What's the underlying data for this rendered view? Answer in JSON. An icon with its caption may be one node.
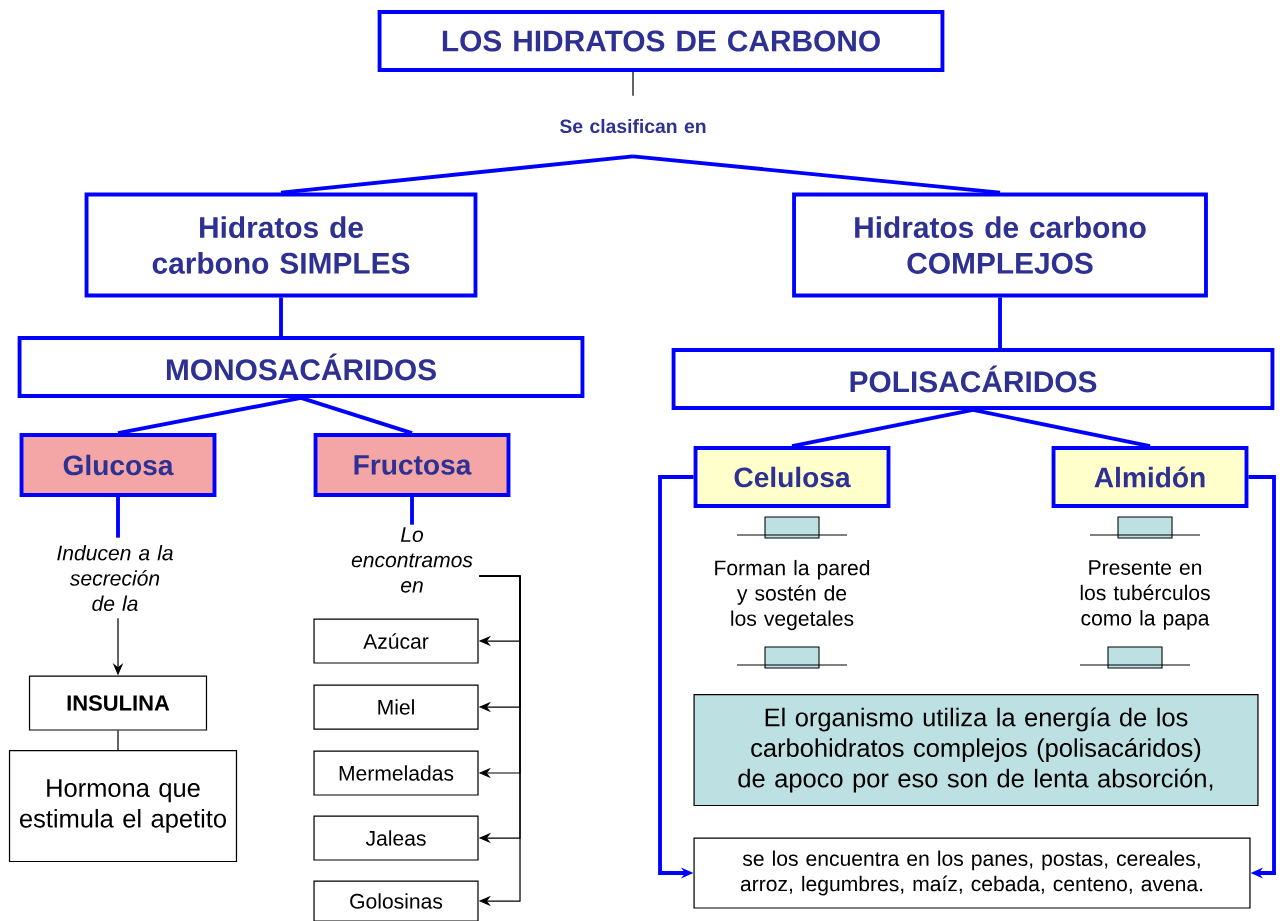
{
  "diagram": {
    "nodes": [
      {
        "text": [
          "LOS HIDRATOS DE CARBONO"
        ]
      },
      {
        "text": [
          "Se clasifican en"
        ]
      },
      {
        "text": [
          "Hidratos de carbono SIMPLES"
        ]
      },
      {
        "text": [
          "Hidratos de carbono COMPLEJOS"
        ]
      },
      {
        "text": [
          "MONOSACÁRIDOS"
        ]
      },
      {
        "text": [
          "POLISACÁRIDOS"
        ]
      },
      {
        "text": [
          "Glucosa"
        ]
      },
      {
        "text": [
          "Fructosa"
        ]
      },
      {
        "text": [
          "Celulosa"
        ]
      },
      {
        "text": [
          "Almidón"
        ]
      },
      {
        "text": [
          "Inducen a la secreción de la"
        ]
      },
      {
        "text": [
          "INSULINA"
        ]
      },
      {
        "text": [
          "Hormona que estimula el apetito"
        ]
      },
      {
        "text": [
          "Lo encontramos en"
        ]
      },
      {
        "text": [
          "Azúcar"
        ]
      },
      {
        "text": [
          "Miel"
        ]
      },
      {
        "text": [
          "Mermeladas"
        ]
      },
      {
        "text": [
          "Jaleas"
        ]
      },
      {
        "text": [
          "Golosinas"
        ]
      },
      {
        "text": [
          "Forman la pared y sostén de los vegetales"
        ]
      },
      {
        "text": [
          "Presente en los tubérculos como la papa"
        ]
      },
      {
        "text": [
          "El organismo utiliza la energía de los carbohidratos complejos (polisacáridos) de apoco por eso son de lenta absorción,"
        ]
      },
      {
        "text": [
          "se los encuentra en los panes, postas, cereales, arroz, legumbres, maíz, cebada, centeno, avena."
        ]
      }
    ],
    "edges": [
      {
        "from": 0,
        "to": 1,
        "arrow": "none",
        "color": "#000000"
      },
      {
        "from": 1,
        "to": 2,
        "arrow": "none"
      },
      {
        "from": 1,
        "to": 3,
        "arrow": "none"
      },
      {
        "from": 2,
        "to": 4,
        "arrow": "none"
      },
      {
        "from": 3,
        "to": 5,
        "arrow": "none"
      },
      {
        "from": 4,
        "to": 6,
        "arrow": "none"
      },
      {
        "from": 4,
        "to": 7,
        "arrow": "none"
      },
      {
        "from": 5,
        "to": 8,
        "arrow": "none"
      },
      {
        "from": 5,
        "to": 9,
        "arrow": "none"
      },
      {
        "from": 6,
        "to": 10,
        "arrow": "none"
      },
      {
        "from": 7,
        "to": 13,
        "arrow": "none"
      },
      {
        "from": 10,
        "to": 11,
        "arrow": "to",
        "color": "#000000"
      },
      {
        "from": 11,
        "to": 12,
        "arrow": "none",
        "color": "#000000"
      },
      {
        "from": 13,
        "to": 14,
        "arrow": "to",
        "color": "#000000"
      },
      {
        "from": 13,
        "to": 15,
        "arrow": "to",
        "color": "#000000"
      },
      {
        "from": 13,
        "to": 16,
        "arrow": "to",
        "color": "#000000"
      },
      {
        "from": 13,
        "to": 17,
        "arrow": "to",
        "color": "#000000"
      },
      {
        "from": 13,
        "to": 18,
        "arrow": "to",
        "color": "#000000"
      },
      {
        "from": 8,
        "to": 22,
        "arrow": "to"
      },
      {
        "from": 9,
        "to": 22,
        "arrow": "to"
      }
    ]
  }
}
